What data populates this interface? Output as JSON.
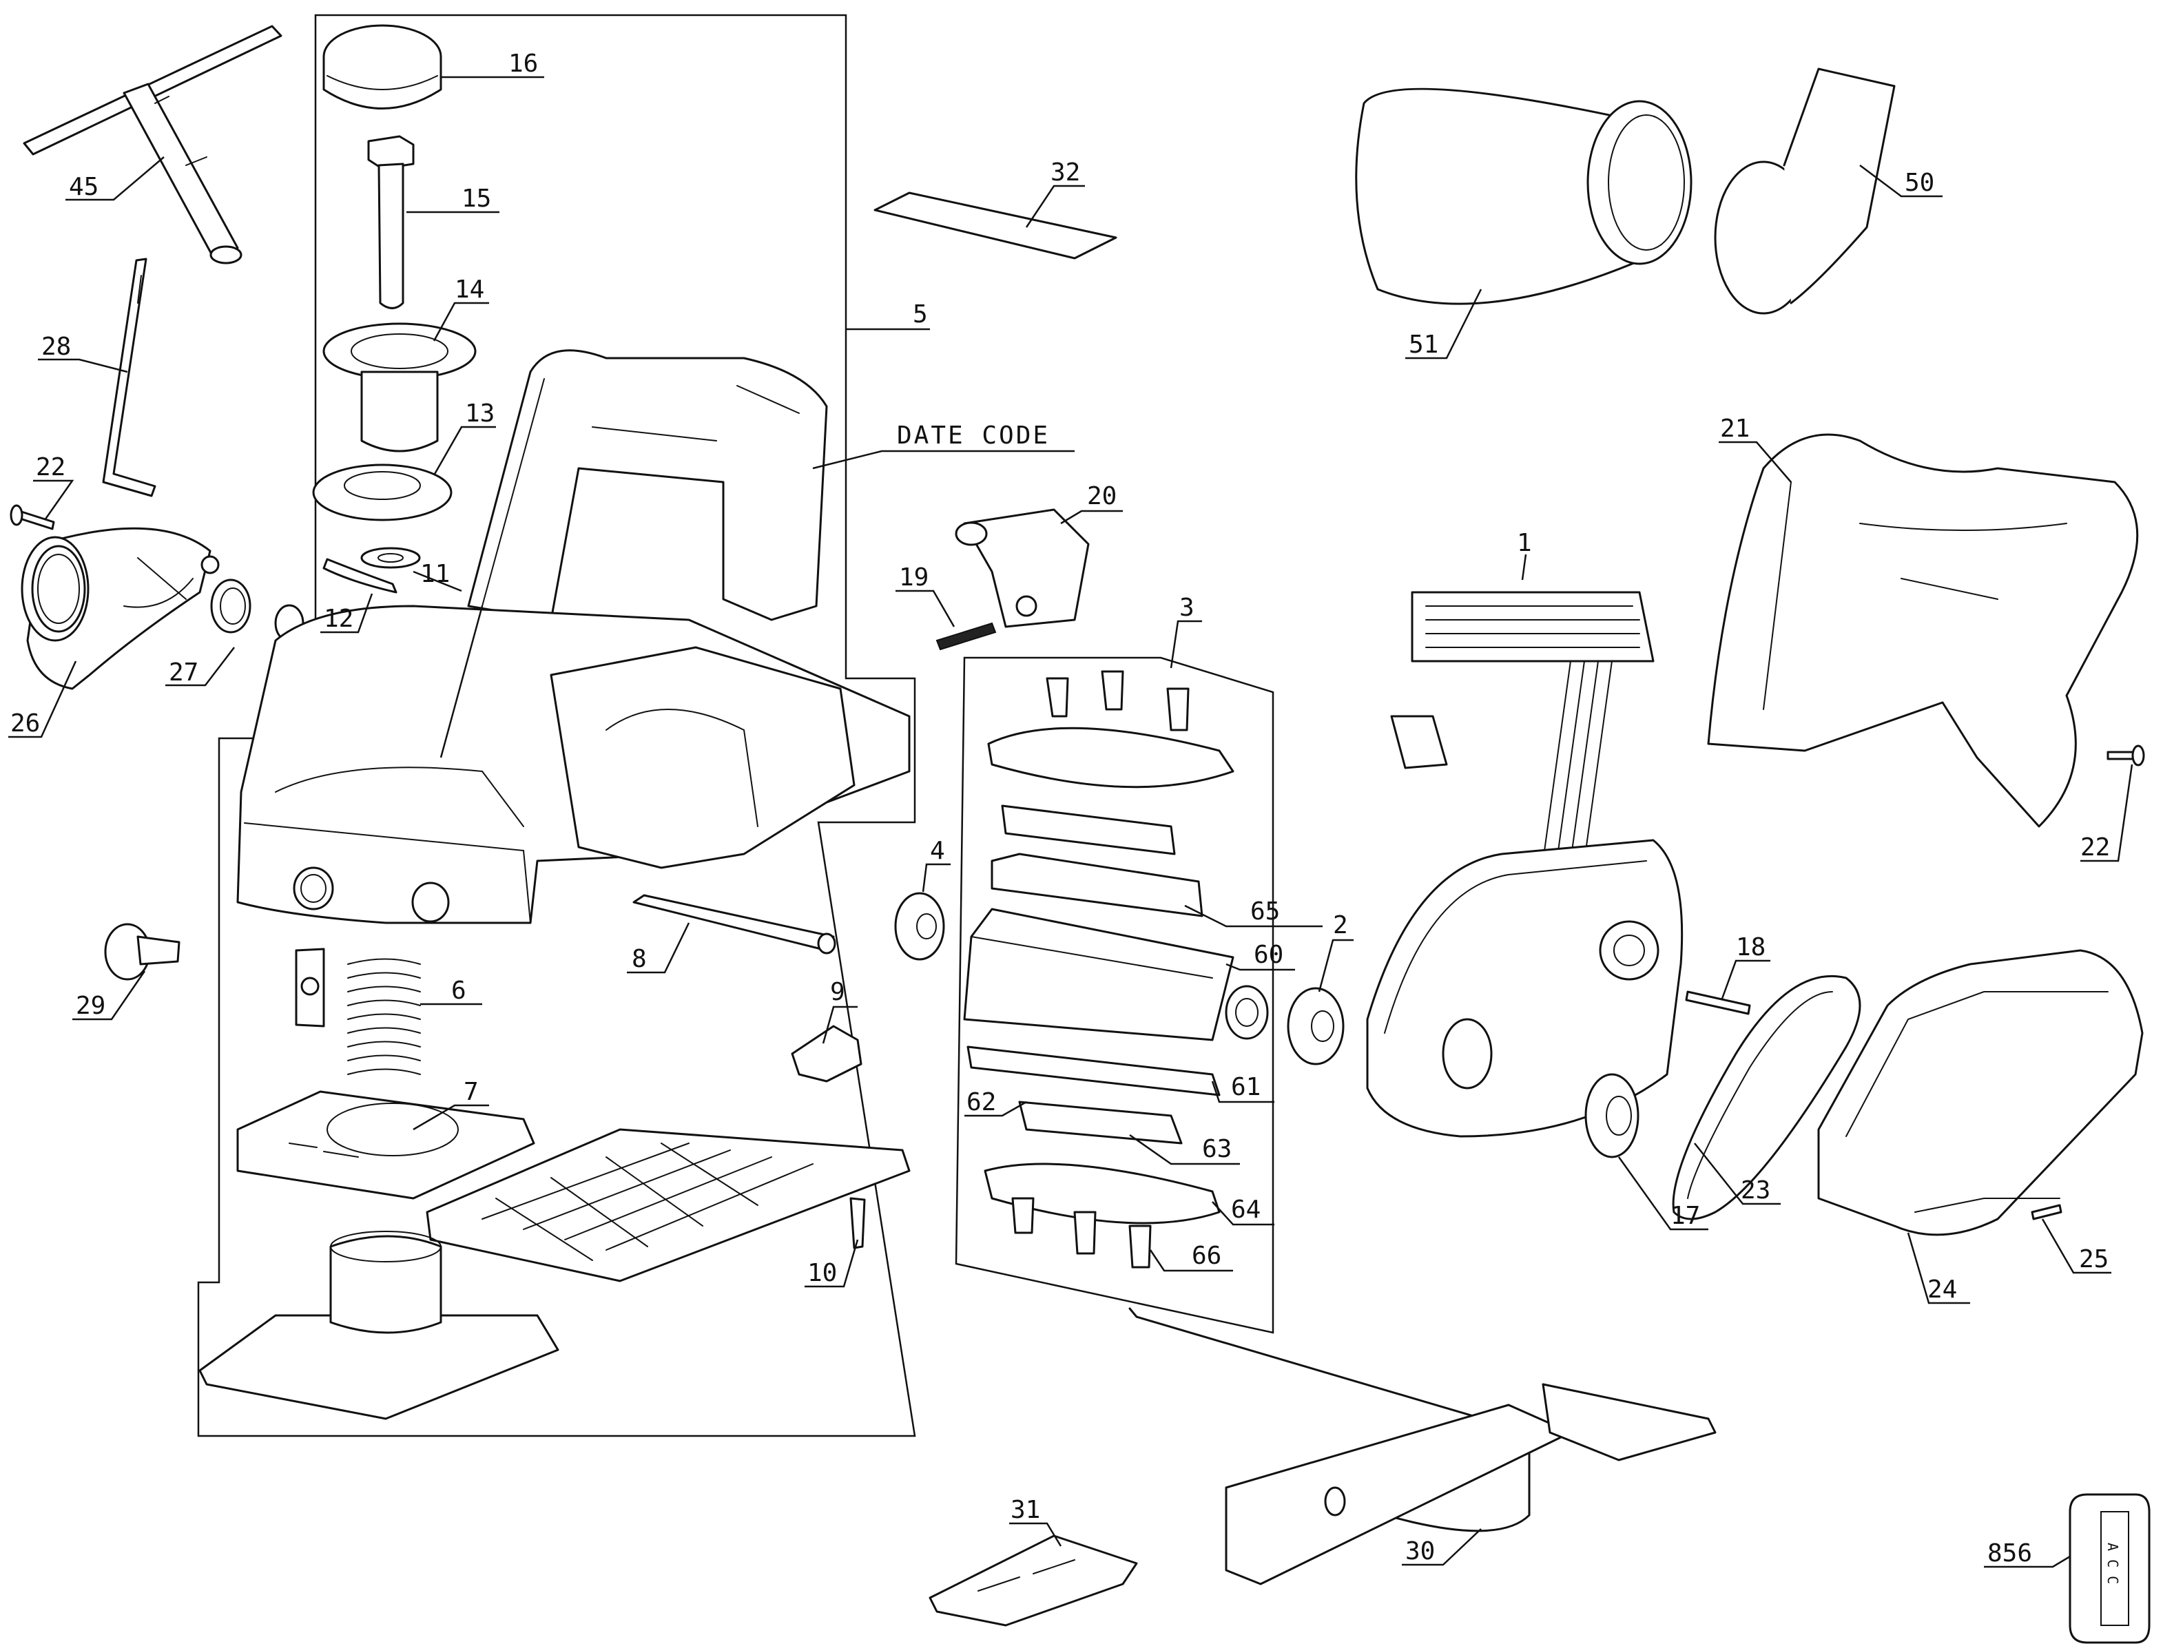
{
  "diagram": {
    "callouts": {
      "c1": "1",
      "c2": "2",
      "c3": "3",
      "c4": "4",
      "c5": "5",
      "c6": "6",
      "c7": "7",
      "c8": "8",
      "c9": "9",
      "c10": "10",
      "c11": "11",
      "c12": "12",
      "c13": "13",
      "c14": "14",
      "c15": "15",
      "c16": "16",
      "c17": "17",
      "c18": "18",
      "c19": "19",
      "c20": "20",
      "c21": "21",
      "c22a": "22",
      "c22b": "22",
      "c23": "23",
      "c24": "24",
      "c25": "25",
      "c26": "26",
      "c27": "27",
      "c28": "28",
      "c29": "29",
      "c30": "30",
      "c31": "31",
      "c32": "32",
      "c45": "45",
      "c50": "50",
      "c51": "51",
      "c60": "60",
      "c61": "61",
      "c62": "62",
      "c63": "63",
      "c64": "64",
      "c65": "65",
      "c66": "66",
      "c856": "856"
    },
    "date_code_label": "DATE CODE",
    "acc_label": "A C C"
  }
}
